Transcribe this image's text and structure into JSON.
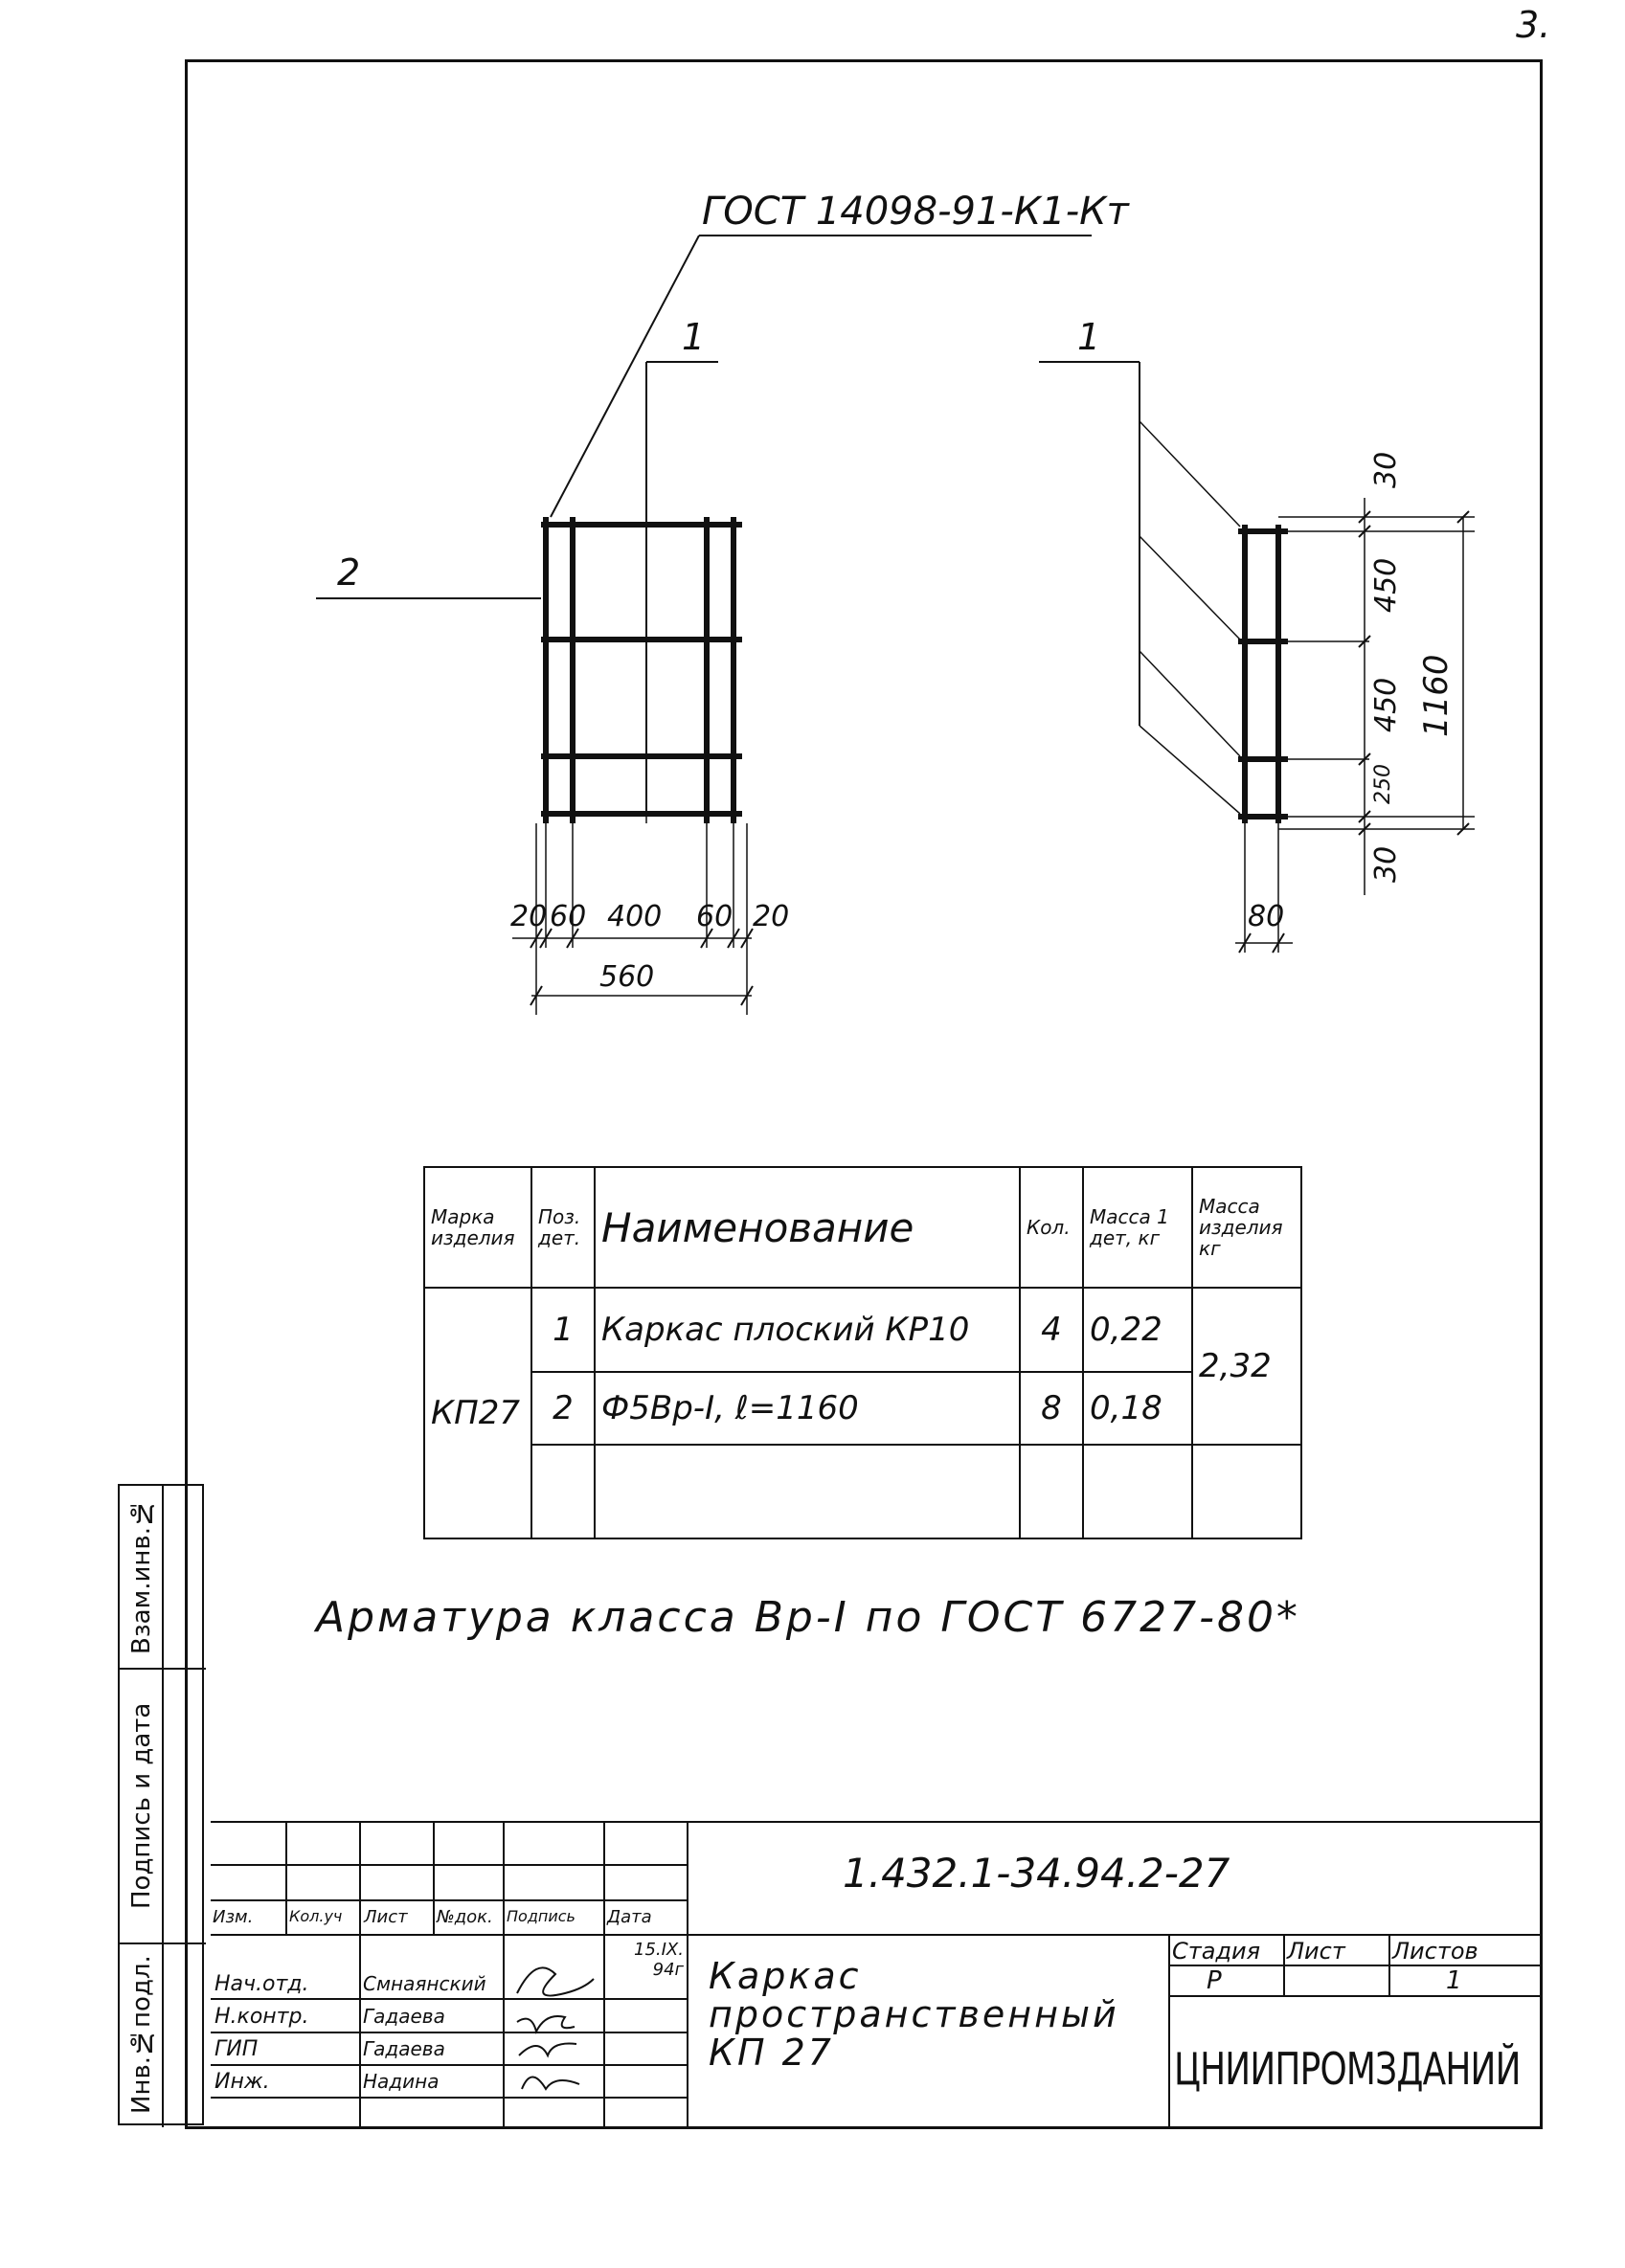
{
  "page_number": "3.",
  "drawing": {
    "standard_callout": "ГОСТ 14098-91-К1-Кт",
    "section_mark_left": "1",
    "section_mark_right": "1",
    "position_mark": "2",
    "plan_dims": {
      "d1": "20",
      "d2": "60",
      "d3": "400",
      "d4": "60",
      "d5": "20",
      "total": "560"
    },
    "side_dims": {
      "d1": "30",
      "d2": "450",
      "d3": "450",
      "d4": "250",
      "d5": "30",
      "total": "1160",
      "width": "80"
    }
  },
  "spec_table": {
    "headers": {
      "mark": "Марка изделия",
      "pos": "Поз. дет.",
      "name": "Наименование",
      "qty": "Кол.",
      "mass_part": "Масса 1 дет, кг",
      "mass_item": "Масса изделия кг"
    },
    "item_mark": "КП27",
    "item_mass": "2,32",
    "rows": [
      {
        "pos": "1",
        "name": "Каркас плоский КР10",
        "qty": "4",
        "mass": "0,22"
      },
      {
        "pos": "2",
        "name": "Ф5Вр-I, ℓ=1160",
        "qty": "8",
        "mass": "0,18"
      }
    ]
  },
  "note": "Арматура класса Вр-I по ГОСТ 6727-80*",
  "side_stamp": {
    "field1": "Взам.инв.№",
    "field2": "Подпись и дата",
    "field3": "Инв.№подл."
  },
  "title_block": {
    "doc_code": "1.432.1-34.94.2-27",
    "header_cols": [
      "Изм.",
      "Кол.уч",
      "Лист",
      "№док.",
      "Подпись",
      "Дата"
    ],
    "date": "15.IX. 94г",
    "people": [
      {
        "role": "Нач.отд.",
        "name": "Смнаянский"
      },
      {
        "role": "Н.контр.",
        "name": "Гадаева"
      },
      {
        "role": "ГИП",
        "name": "Гадаева"
      },
      {
        "role": "Инж.",
        "name": "Надина"
      }
    ],
    "title": "Каркас пространственный КП 27",
    "stage_label": "Стадия",
    "sheet_label": "Лист",
    "sheets_label": "Листов",
    "stage": "Р",
    "sheets": "1",
    "org": "ЦНИИПРОМЗДАНИЙ"
  }
}
